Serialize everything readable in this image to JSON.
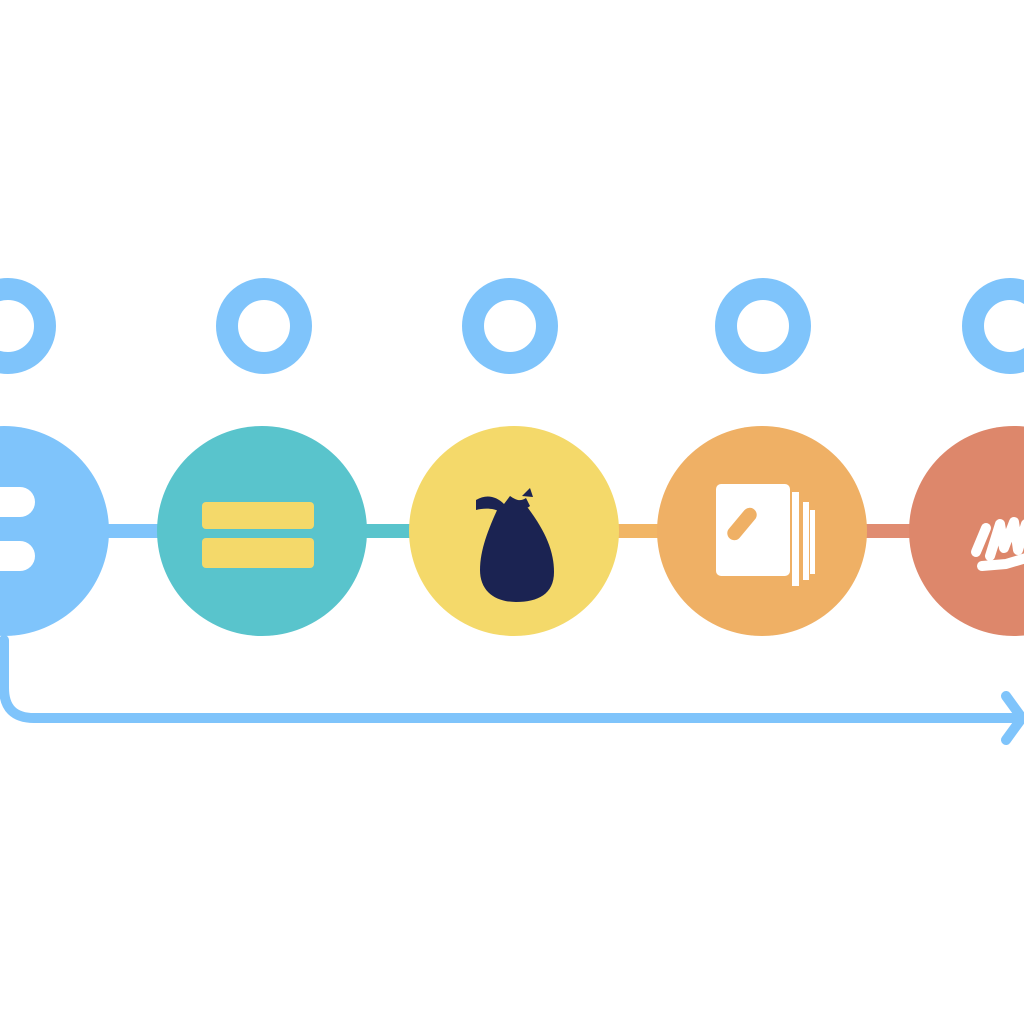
{
  "diagram": {
    "background": "#ffffff",
    "indicator_color": "#7fc4fb",
    "return_arrow_color": "#7fc4fb",
    "steps": [
      {
        "id": "step-1",
        "icon": "grid-icon",
        "color": "#7fc4fb",
        "connector_color": "#7fc4fb"
      },
      {
        "id": "step-2",
        "icon": "equals-icon",
        "color": "#59c4cc",
        "connector_color": "#59c4cc"
      },
      {
        "id": "step-3",
        "icon": "sack-icon",
        "color": "#f4d96a",
        "connector_color": "#f1b565"
      },
      {
        "id": "step-4",
        "icon": "documents-icon",
        "color": "#efb065",
        "connector_color": "#e08c71"
      },
      {
        "id": "step-5",
        "icon": "scribble-icon",
        "color": "#dd876b",
        "connector_color": null
      }
    ]
  }
}
